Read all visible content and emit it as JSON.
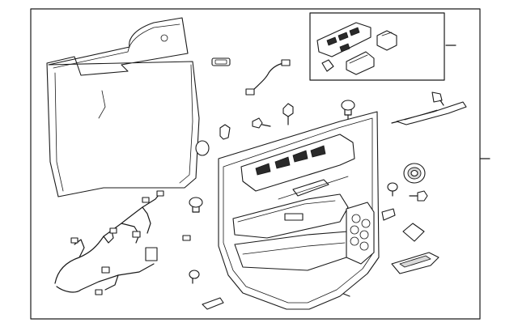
{
  "diagram": {
    "kind": "exploded parts diagram",
    "line_color": "#1a1a1a",
    "background_color": "#ffffff",
    "parts": [
      "water-shield",
      "wiring-harness",
      "door-trim-panel",
      "window-switch-assembly",
      "wire-connector",
      "clip-fasteners",
      "screws",
      "speaker-grille",
      "trim-molding",
      "door-pull-handle"
    ]
  }
}
